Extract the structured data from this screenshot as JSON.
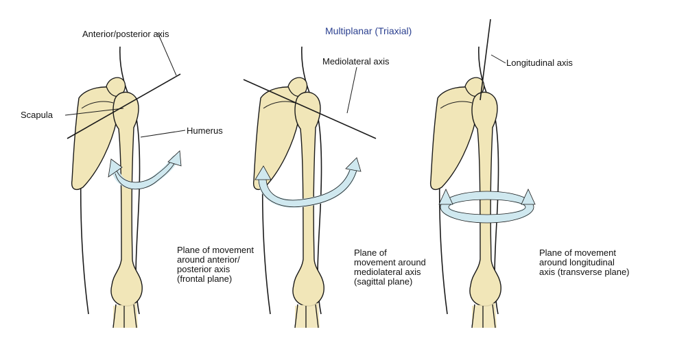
{
  "title": "Multiplanar (Triaxial)",
  "labels": {
    "anterior_posterior_axis": "Anterior/posterior axis",
    "scapula": "Scapula",
    "humerus": "Humerus",
    "mediolateral_axis": "Mediolateral axis",
    "longitudinal_axis": "Longitudinal axis"
  },
  "captions": {
    "frontal": "Plane of movement\naround anterior/\nposterior axis\n(frontal plane)",
    "sagittal": "Plane of\nmovement around\nmediolateral axis\n(sagittal plane)",
    "transverse": "Plane of movement\naround longitudinal\naxis (transverse plane)"
  },
  "colors": {
    "bone": "#f1e6b8",
    "arrow": "#cfe8ef",
    "outline": "#1a1a1a",
    "title": "#2a3f8f"
  }
}
